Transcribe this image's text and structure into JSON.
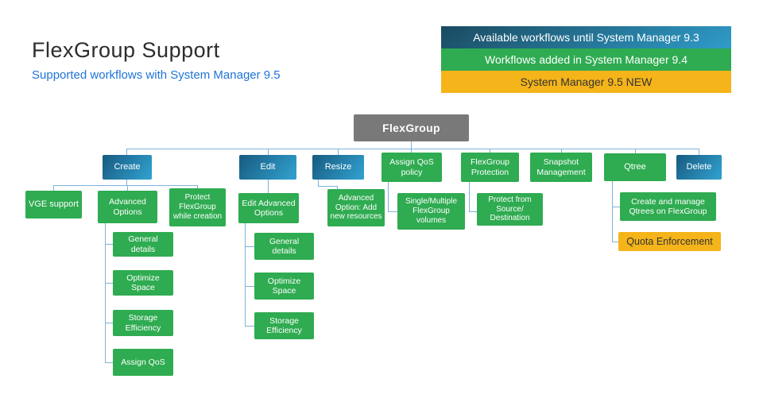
{
  "title": "FlexGroup Support",
  "subtitle": "Supported workflows with System Manager 9.5",
  "legend": {
    "items": [
      {
        "label": "Available workflows until System Manager 9.3",
        "color": "#2f9cc9"
      },
      {
        "label": "Workflows added in System Manager 9.4",
        "color": "#2fab51"
      },
      {
        "label": "System Manager 9.5 NEW",
        "color": "#f4b41a"
      }
    ]
  },
  "colors": {
    "blue_dark": "#175a80",
    "blue_light": "#2f9cc9",
    "green": "#2fab51",
    "yellow": "#f4b41a",
    "gray": "#797979",
    "connector": "#7fb2d9",
    "subtitle_text": "#1f74d8"
  },
  "diagram": {
    "nodes": [
      {
        "id": "flexgroup",
        "label": "FlexGroup",
        "variant": "gray"
      },
      {
        "id": "create",
        "label": "Create",
        "variant": "blue"
      },
      {
        "id": "edit",
        "label": "Edit",
        "variant": "blue"
      },
      {
        "id": "resize",
        "label": "Resize",
        "variant": "blue"
      },
      {
        "id": "assign_qos_policy",
        "label": "Assign QoS\npolicy",
        "variant": "green"
      },
      {
        "id": "flexgroup_protection",
        "label": "FlexGroup\nProtection",
        "variant": "green"
      },
      {
        "id": "snapshot_management",
        "label": "Snapshot\nManagement",
        "variant": "green"
      },
      {
        "id": "qtree",
        "label": "Qtree",
        "variant": "green"
      },
      {
        "id": "delete",
        "label": "Delete",
        "variant": "blue"
      },
      {
        "id": "vge_support",
        "label": "VGE support",
        "variant": "green"
      },
      {
        "id": "advanced_options",
        "label": "Advanced\nOptions",
        "variant": "green"
      },
      {
        "id": "protect_flexgroup_while_creation",
        "label": "Protect\nFlexGroup\nwhile creation",
        "variant": "green"
      },
      {
        "id": "edit_advanced_options",
        "label": "Edit Advanced\nOptions",
        "variant": "green"
      },
      {
        "id": "advanced_option_add_new_resources",
        "label": "Advanced\nOption: Add\nnew resources",
        "variant": "green"
      },
      {
        "id": "single_multiple_flexgroup_volumes",
        "label": "Single/Multiple\nFlexGroup\nvolumes",
        "variant": "green"
      },
      {
        "id": "protect_from_source_destination",
        "label": "Protect from\nSource/\nDestination",
        "variant": "green"
      },
      {
        "id": "create_and_manage_qtrees",
        "label": "Create and manage\nQtrees on FlexGroup",
        "variant": "green"
      },
      {
        "id": "quota_enforcement",
        "label": "Quota Enforcement",
        "variant": "yellow"
      },
      {
        "id": "general_details_1",
        "label": "General\ndetails",
        "variant": "green"
      },
      {
        "id": "optimize_space_1",
        "label": "Optimize\nSpace",
        "variant": "green"
      },
      {
        "id": "storage_efficiency_1",
        "label": "Storage\nEfficiency",
        "variant": "green"
      },
      {
        "id": "assign_qos",
        "label": "Assign QoS",
        "variant": "green"
      },
      {
        "id": "general_details_2",
        "label": "General\ndetails",
        "variant": "green"
      },
      {
        "id": "optimize_space_2",
        "label": "Optimize\nSpace",
        "variant": "green"
      },
      {
        "id": "storage_efficiency_2",
        "label": "Storage\nEfficiency",
        "variant": "green"
      }
    ]
  }
}
